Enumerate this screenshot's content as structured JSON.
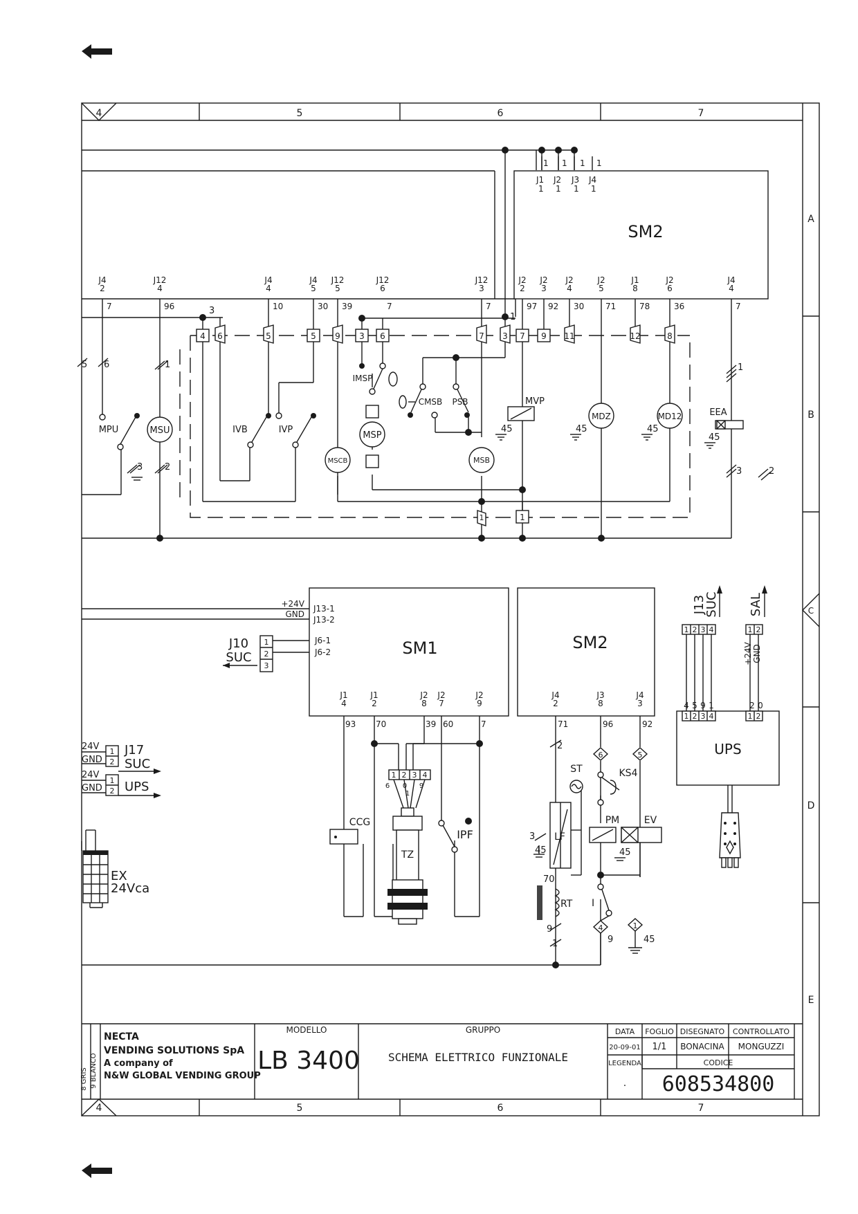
{
  "nav": {
    "back_top": "back-arrow",
    "back_bottom": "back-arrow"
  },
  "frame": {
    "columns": [
      "4",
      "5",
      "6",
      "7"
    ],
    "rows": [
      "A",
      "B",
      "C",
      "D",
      "E"
    ]
  },
  "modules": {
    "sm2_top": "SM2",
    "sm1": "SM1",
    "sm2_bottom": "SM2",
    "ups": "UPS"
  },
  "sm2_top_pins_top": [
    {
      "num": "1",
      "conn": "J1",
      "pin": "1"
    },
    {
      "num": "1",
      "conn": "J2",
      "pin": "1"
    },
    {
      "num": "1",
      "conn": "J3",
      "pin": "1"
    },
    {
      "num": "1",
      "conn": "J4",
      "pin": "1"
    }
  ],
  "upper_connectors": [
    {
      "conn": "J4",
      "pin": "2",
      "wire": "7"
    },
    {
      "conn": "J12",
      "pin": "4",
      "wire": "96"
    },
    {
      "conn": "J4",
      "pin": "4",
      "wire": "10"
    },
    {
      "conn": "J4",
      "pin": "5",
      "wire": "30"
    },
    {
      "conn": "J12",
      "pin": "5",
      "wire": "39"
    },
    {
      "conn": "J12",
      "pin": "6",
      "wire": "7"
    },
    {
      "conn": "J12",
      "pin": "3",
      "wire": "7"
    },
    {
      "conn": "J2",
      "pin": "2",
      "wire": "97"
    },
    {
      "conn": "J2",
      "pin": "3",
      "wire": "92"
    },
    {
      "conn": "J2",
      "pin": "4",
      "wire": "30"
    },
    {
      "conn": "J2",
      "pin": "5",
      "wire": "71"
    },
    {
      "conn": "J1",
      "pin": "8",
      "wire": "78"
    },
    {
      "conn": "J2",
      "pin": "6",
      "wire": "36"
    },
    {
      "conn": "J4",
      "pin": "4",
      "wire": "7"
    }
  ],
  "terminals_upper": [
    "4",
    "6",
    "5",
    "5",
    "9",
    "3",
    "6",
    "7",
    "3",
    "7",
    "9",
    "11",
    "12",
    "8"
  ],
  "components_upper": {
    "mpu": "MPU",
    "msu": "MSU",
    "ivb": "IVB",
    "ivp": "IVP",
    "imsp": "IMSP",
    "msp": "MSP",
    "mscb": "MSCB",
    "msb": "MSB",
    "cmsb": "CMSB",
    "psb": "PSB",
    "mvp": "MVP",
    "mdz": "MDZ",
    "md12": "MD12",
    "eea": "EEA"
  },
  "upper_misc": {
    "w3": "3",
    "w1": "1",
    "w5": "5",
    "w6": "6",
    "w1b": "1",
    "w3b": "3",
    "w2": "2",
    "g45a": "45",
    "g45b": "45",
    "g45c": "45",
    "g45d": "45",
    "eea1": "1",
    "eea3": "3",
    "eea2": "2",
    "term1": "1",
    "term1b": "1"
  },
  "sm1": {
    "supply_p": "+24V",
    "supply_g": "GND",
    "j13_1": "J13-1",
    "j13_2": "J13-2",
    "j6_1": "J6-1",
    "j6_2": "J6-2",
    "j10": "J10",
    "suc": "SUC",
    "block": [
      "1",
      "2",
      "3"
    ],
    "pins": [
      {
        "conn": "J1",
        "pin": "4",
        "wire": "93"
      },
      {
        "conn": "J1",
        "pin": "2",
        "wire": "70"
      },
      {
        "conn": "J2",
        "pin": "8",
        "wire": "39"
      },
      {
        "conn": "J2",
        "pin": "7",
        "wire": "60"
      },
      {
        "conn": "J2",
        "pin": "9",
        "wire": "7"
      }
    ]
  },
  "sm2_bottom_pins": [
    {
      "conn": "J4",
      "pin": "2",
      "wire": "71"
    },
    {
      "conn": "J3",
      "pin": "8",
      "wire": "96"
    },
    {
      "conn": "J4",
      "pin": "3",
      "wire": "92"
    }
  ],
  "components_lower": {
    "ccg": "CCG",
    "tz": "TZ",
    "ipf": "IPF",
    "st": "ST",
    "ks4": "KS4",
    "pm": "PM",
    "ev": "EV",
    "lf": "LF",
    "rt": "RT",
    "i": "I"
  },
  "tz_block": {
    "cells": [
      "1",
      "2",
      "3",
      "4"
    ],
    "left": "6",
    "mid0": "0",
    "mid1": "1",
    "right": "9"
  },
  "lower_misc": {
    "w2": "2",
    "g3": "3",
    "g45": "45",
    "w70": "70",
    "w9": "9",
    "w1": "1",
    "d6": "6",
    "d5": "5",
    "d4": "4",
    "d1": "1",
    "n9": "9",
    "n45": "45",
    "ev45": "45"
  },
  "ups_panel": {
    "j13": "J13",
    "suc": "SUC",
    "sal": "SAL",
    "top_block_a": [
      "1",
      "2",
      "3",
      "4"
    ],
    "top_block_b": [
      "1",
      "2"
    ],
    "p24": "+24V",
    "gnd": "GND",
    "wires_a": [
      "4",
      "5",
      "9",
      "1"
    ],
    "wires_b": [
      "2",
      "0"
    ],
    "bot_block_a": [
      "1",
      "2",
      "3",
      "4"
    ],
    "bot_block_b": [
      "1",
      "2"
    ]
  },
  "left_blocks": {
    "j17": "J17",
    "suc": "SUC",
    "ups": "UPS",
    "l1": "24V",
    "l2": "GND",
    "l3": "24V",
    "l4": "GND",
    "b1": [
      "1",
      "2"
    ],
    "b2": [
      "1",
      "2"
    ],
    "ex": "EX",
    "ex2": "24Vca"
  },
  "title_block": {
    "company_1": "NECTA",
    "company_2": "VENDING SOLUTIONS SpA",
    "company_3": "A company of",
    "company_4": "N&W GLOBAL VENDING GROUP",
    "side_1": "8 GRIS",
    "side_2": "9 BLANCO",
    "modello_label": "MODELLO",
    "modello": "LB 3400",
    "gruppo_label": "GRUPPO",
    "gruppo": "SCHEMA ELETTRICO FUNZIONALE",
    "data_label": "DATA",
    "data": "20-09-01",
    "foglio_label": "FOGLIO",
    "foglio": "1/1",
    "disegnato_label": "DISEGNATO",
    "disegnato": "BONACINA",
    "controllato_label": "CONTROLLATO",
    "controllato": "MONGUZZI",
    "legenda_label": "LEGENDA",
    "legenda": ".",
    "codice_label": "CODICE",
    "codice": "608534800"
  }
}
